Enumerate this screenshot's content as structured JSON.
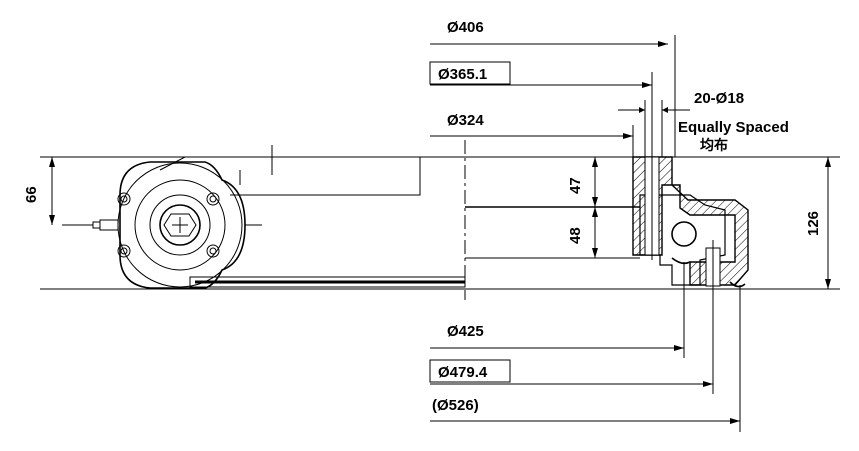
{
  "dimensions": {
    "d406": "Ø406",
    "d365_1": "Ø365.1",
    "holes": "20-Ø18",
    "equally_spaced": "Equally Spaced",
    "equally_spaced_cn": "均布",
    "d324": "Ø324",
    "h66": "66",
    "h47": "47",
    "h48": "48",
    "h126": "126",
    "d425": "Ø425",
    "d479_4": "Ø479.4",
    "d526": "(Ø526)"
  },
  "colors": {
    "line": "#000000",
    "background": "#ffffff"
  }
}
